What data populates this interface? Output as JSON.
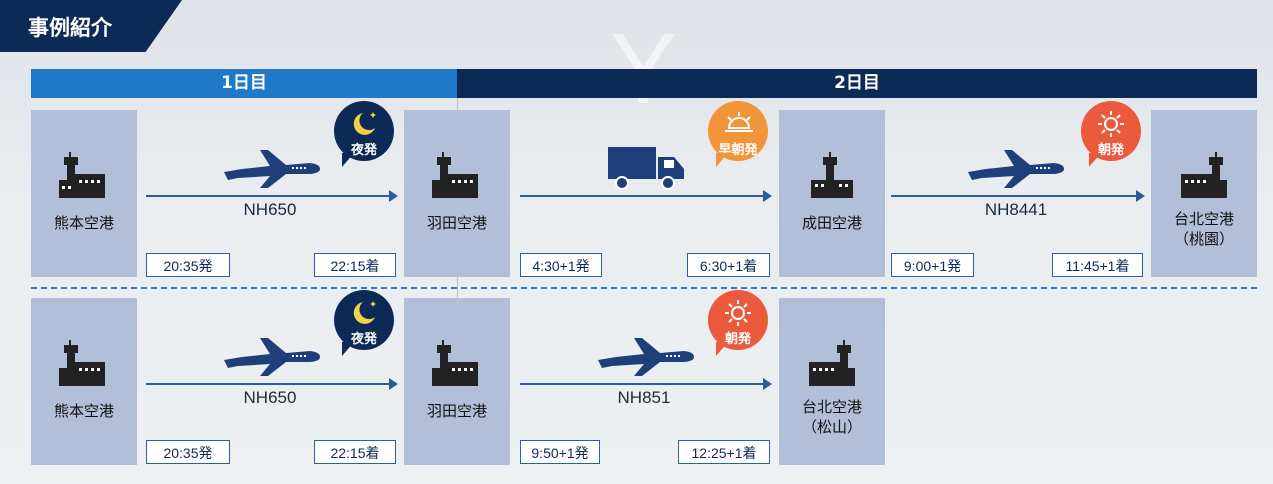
{
  "header": {
    "title": "事例紹介"
  },
  "days": {
    "day1": "1日目",
    "day2": "2日目"
  },
  "route1": {
    "airports": [
      "熊本空港",
      "羽田空港",
      "成田空港",
      "台北空港\n（桃園）"
    ],
    "legs": [
      {
        "mode": "plane",
        "flight": "NH650",
        "dep": "20:35発",
        "arr": "22:15着",
        "badge": "夜発",
        "badge_type": "night"
      },
      {
        "mode": "truck",
        "flight": "",
        "dep": "4:30+1発",
        "arr": "6:30+1着",
        "badge": "早朝発",
        "badge_type": "early"
      },
      {
        "mode": "plane",
        "flight": "NH8441",
        "dep": "9:00+1発",
        "arr": "11:45+1着",
        "badge": "朝発",
        "badge_type": "morning"
      }
    ]
  },
  "route2": {
    "airports": [
      "熊本空港",
      "羽田空港",
      "台北空港\n（松山）"
    ],
    "legs": [
      {
        "mode": "plane",
        "flight": "NH650",
        "dep": "20:35発",
        "arr": "22:15着",
        "badge": "夜発",
        "badge_type": "night"
      },
      {
        "mode": "plane",
        "flight": "NH851",
        "dep": "9:50+1発",
        "arr": "12:25+1着",
        "badge": "朝発",
        "badge_type": "morning"
      }
    ]
  },
  "colors": {
    "navy": "#0d2a57",
    "blue": "#1f79c6",
    "airport_bg": "#b2bfd9",
    "orange": "#f2953a",
    "red": "#ec5a3e"
  },
  "icons": [
    "control-tower-icon",
    "airplane-icon",
    "truck-icon",
    "moon-icon",
    "sunrise-icon",
    "sun-icon"
  ]
}
